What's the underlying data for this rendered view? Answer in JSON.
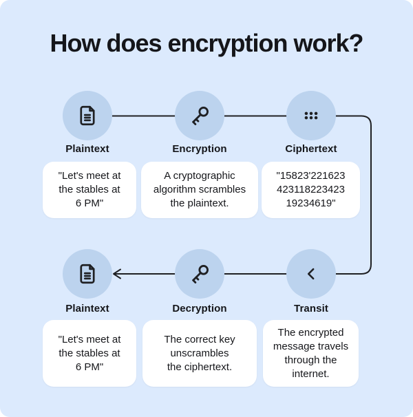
{
  "title": "How does encryption work?",
  "colors": {
    "panel_bg": "#dceafd",
    "circle_bg": "#bcd3ee",
    "card_bg": "#ffffff",
    "line": "#1f2023",
    "text": "#15161a"
  },
  "flow": {
    "top_row": [
      {
        "icon": "document-icon",
        "label": "Plaintext",
        "card": "\"Let's meet at\nthe stables at\n6 PM\""
      },
      {
        "icon": "key-icon",
        "label": "Encryption",
        "card": "A cryptographic\nalgorithm scrambles\nthe plaintext."
      },
      {
        "icon": "dots-icon",
        "label": "Ciphertext",
        "card": "\"15823'221623\n423118223423\n19234619\""
      }
    ],
    "bottom_row": [
      {
        "icon": "document-icon",
        "label": "Plaintext",
        "card": "\"Let's meet at\nthe stables at\n6 PM\""
      },
      {
        "icon": "key-icon",
        "label": "Decryption",
        "card": "The correct key\nunscrambles\nthe ciphertext."
      },
      {
        "icon": "chevron-left-icon",
        "label": "Transit",
        "card": "The encrypted\nmessage travels\nthrough the\ninternet."
      }
    ]
  }
}
